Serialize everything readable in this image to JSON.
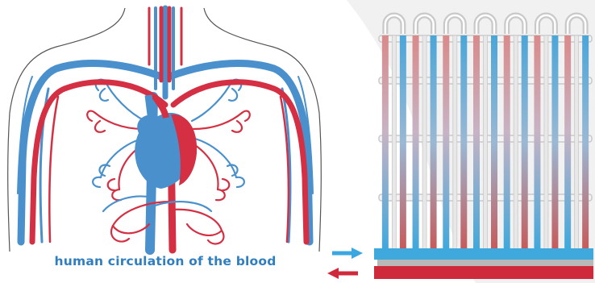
{
  "caption": "human circulation of the blood",
  "colors": {
    "artery_red": "#d42f42",
    "vein_blue": "#4a90cc",
    "caption_blue": "#2f7fc0",
    "pipe_blue": "#3fa8dc",
    "arrow_blue": "#3aa7e0",
    "arrow_red": "#cf2a3c",
    "frame_grey": "#c9c9c9",
    "body_outline": "#555555"
  },
  "illustrations": {
    "left": "human-circulatory-system",
    "right": "radiator-heat-exchanger"
  },
  "radiator": {
    "loop_count": 7
  },
  "flow_arrows": [
    "inflow-arrow-right-blue",
    "outflow-arrow-left-red"
  ]
}
